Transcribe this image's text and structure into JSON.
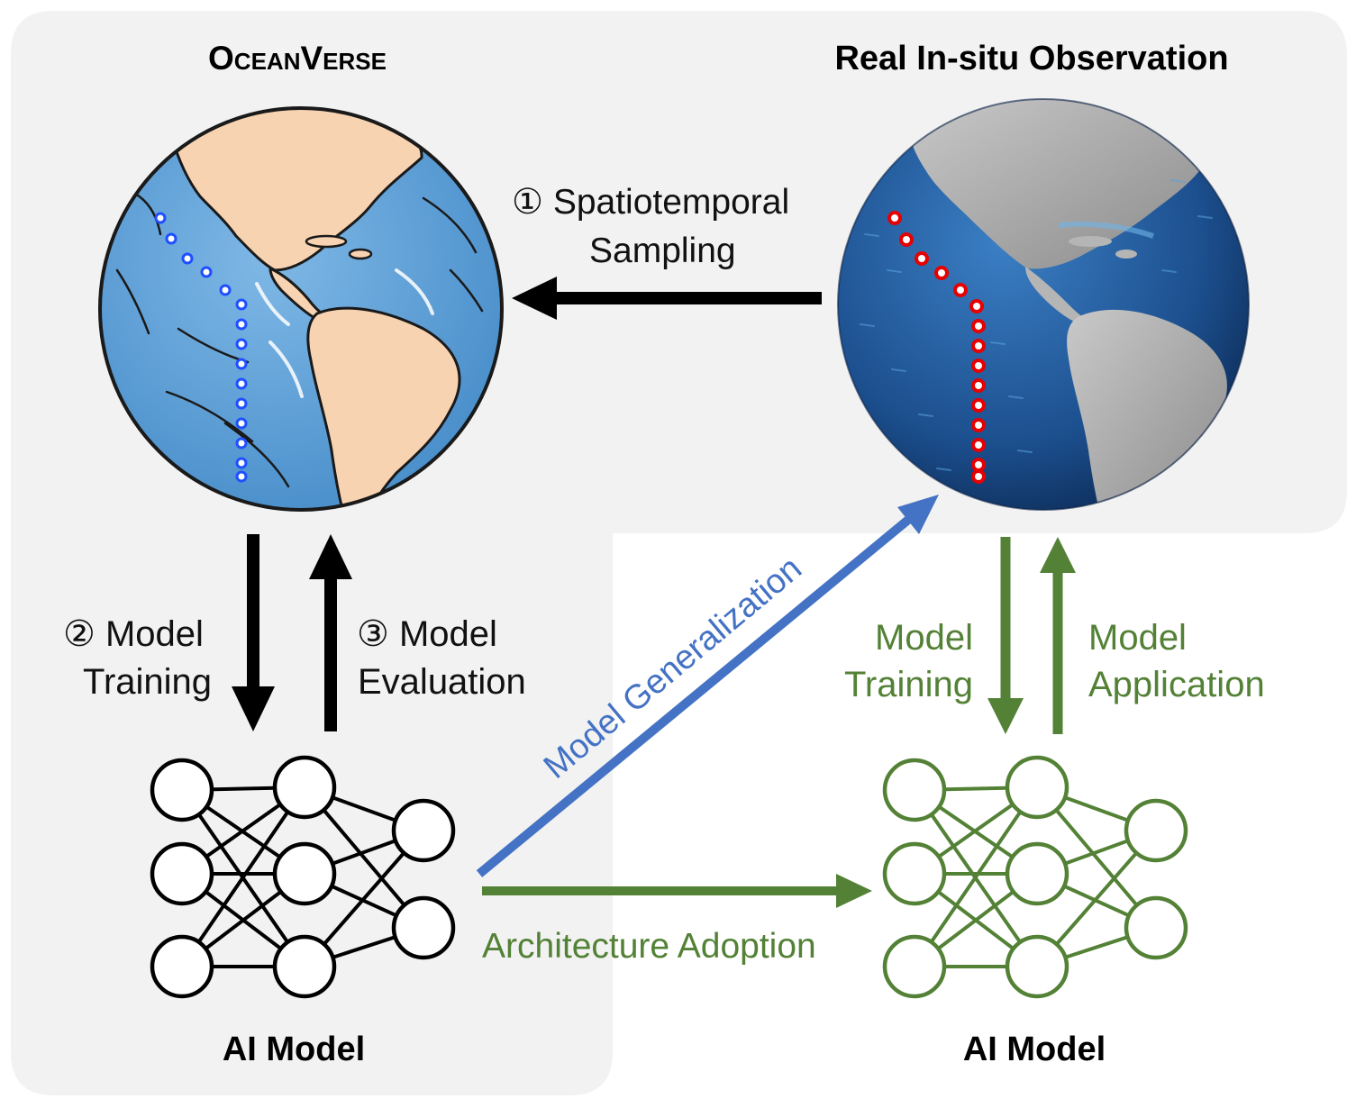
{
  "titles": {
    "left_globe": "OceanVerse",
    "right_globe": "Real In-situ Observation",
    "left_model": "AI Model",
    "right_model": "AI Model"
  },
  "steps": {
    "sampling": {
      "num": "①",
      "line1": "Spatiotemporal",
      "line2": "Sampling"
    },
    "training": {
      "num": "②",
      "line1": "Model",
      "line2": "Training"
    },
    "evaluation": {
      "num": "③",
      "line1": "Model",
      "line2": "Evaluation"
    }
  },
  "real_world": {
    "training": {
      "line1": "Model",
      "line2": "Training"
    },
    "application": {
      "line1": "Model",
      "line2": "Application"
    }
  },
  "links": {
    "generalization": "Model Generalization",
    "adoption": "Architecture Adoption"
  },
  "colors": {
    "panel": "#f2f2f2",
    "black_arrow": "#000000",
    "green": "#538135",
    "blue": "#4472c4",
    "ocean_sketch": "#5b9fd6",
    "land_sketch": "#f7d3b1",
    "ocean_real": "#1d4f8c",
    "land_real": "#9a9a9a",
    "sim_points": "#1f4fff",
    "real_points": "#e60000"
  }
}
